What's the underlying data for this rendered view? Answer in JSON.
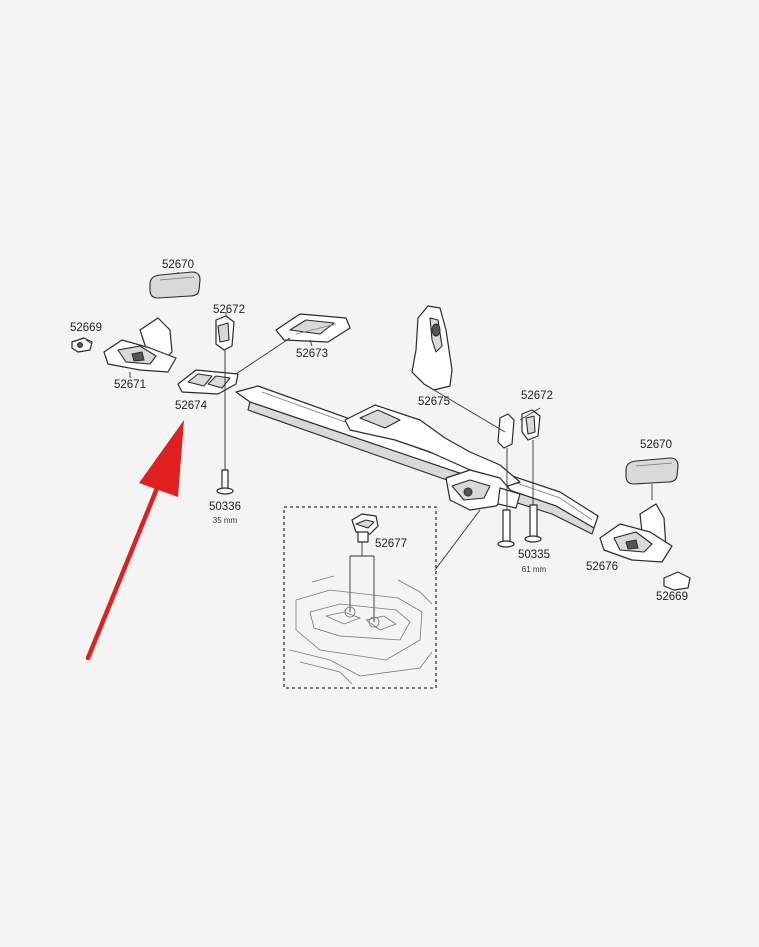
{
  "labels": {
    "grip_left": "52670",
    "grip_right": "52670",
    "clip_left": "52669",
    "clip_right": "52669",
    "cradle_left": "52671",
    "cradle_right": "52676",
    "post_left": "52672",
    "post_right": "52672",
    "pad": "52673",
    "plate": "52674",
    "frame_holder": "52675",
    "screw_short": "50336",
    "screw_long": "50335",
    "mount": "52677"
  },
  "dimensions": {
    "screw_short": "35 mm",
    "screw_long": "61 mm"
  },
  "colors": {
    "background": "#f4f4f4",
    "line": "#2b2b2b",
    "arrow": "#e0201f"
  },
  "icons": {
    "pointer": "red-arrow-icon"
  }
}
